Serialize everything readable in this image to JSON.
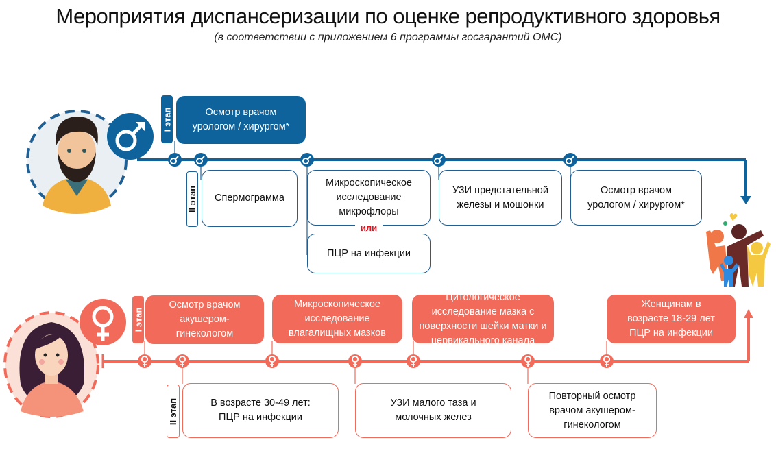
{
  "header": {
    "title": "Мероприятия диспансеризации по оценке репродуктивного здоровья",
    "subtitle": "(в соответствии с приложением 6 программы госгарантий ОМС)"
  },
  "colors": {
    "male": "#0e639c",
    "female": "#f26a5a",
    "or": "#e0141e"
  },
  "male": {
    "symbol": "♂",
    "stage1_label": "I этап",
    "stage2_label": "II этап",
    "stage1": [
      {
        "text": "Осмотр врачом урологом / хирургом*"
      }
    ],
    "stage2": [
      {
        "text": "Спермограмма"
      },
      {
        "text": "Микроскопическое исследование микрофлоры"
      },
      {
        "text": "УЗИ предстательной железы и мошонки"
      },
      {
        "text": "Осмотр врачом урологом / хирургом*"
      }
    ],
    "alt_connector": "или",
    "alt_option": "ПЦР на инфекции"
  },
  "female": {
    "symbol": "♀",
    "stage1_label": "I этап",
    "stage2_label": "II этап",
    "stage1": [
      {
        "text": "Осмотр врачом акушером-гинекологом"
      },
      {
        "text": "Микроскопическое исследование влагалищных мазков"
      },
      {
        "text": "Цитологическое исследование мазка с поверхности шейки матки и цервикального канала"
      },
      {
        "text": "Женщинам в возрасте 18-29 лет ПЦР на инфекции"
      }
    ],
    "stage2": [
      {
        "text": "В возрасте 30-49 лет: ПЦР на инфекции"
      },
      {
        "text": "УЗИ малого таза и молочных желез"
      },
      {
        "text": "Повторный осмотр врачом акушером-гинекологом"
      }
    ]
  },
  "icons": {
    "male_avatar": "man-avatar-icon",
    "female_avatar": "woman-avatar-icon",
    "family": "family-icon"
  }
}
